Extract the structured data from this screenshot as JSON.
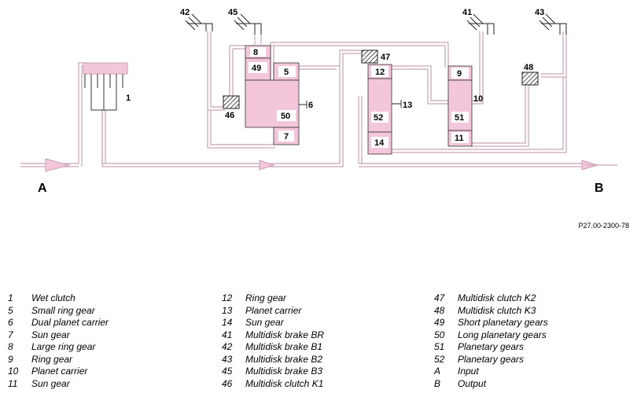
{
  "diagram": {
    "input_label": "A",
    "output_label": "B",
    "reference": "P27.00-2300-78",
    "part_labels": {
      "c1": "1",
      "c5": "5",
      "c6": "6",
      "c7": "7",
      "c8": "8",
      "c9": "9",
      "c10": "10",
      "c11": "11",
      "c12": "12",
      "c13": "13",
      "c14": "14",
      "c41": "41",
      "c42": "42",
      "c43": "43",
      "c45": "45",
      "c46": "46",
      "c47": "47",
      "c48": "48",
      "c49": "49",
      "c50": "50",
      "c51": "51",
      "c52": "52"
    },
    "colors": {
      "fill": "#f3c6dc",
      "line": "#d6a7bf",
      "outline": "#333333"
    }
  },
  "legend": {
    "col1": [
      {
        "num": "1",
        "desc": "Wet clutch"
      },
      {
        "num": "5",
        "desc": "Small ring gear"
      },
      {
        "num": "6",
        "desc": "Dual planet carrier"
      },
      {
        "num": "7",
        "desc": "Sun gear"
      },
      {
        "num": "8",
        "desc": "Large ring gear"
      },
      {
        "num": "9",
        "desc": "Ring gear"
      },
      {
        "num": "10",
        "desc": "Planet carrier"
      },
      {
        "num": "11",
        "desc": "Sun gear"
      }
    ],
    "col2": [
      {
        "num": "12",
        "desc": "Ring gear"
      },
      {
        "num": "13",
        "desc": "Planet carrier"
      },
      {
        "num": "14",
        "desc": "Sun gear"
      },
      {
        "num": "41",
        "desc": "Multidisk brake BR"
      },
      {
        "num": "42",
        "desc": "Multidisk brake B1"
      },
      {
        "num": "43",
        "desc": "Multidisk brake B2"
      },
      {
        "num": "45",
        "desc": "Multidisk brake B3"
      },
      {
        "num": "46",
        "desc": "Multidisk clutch K1"
      }
    ],
    "col3": [
      {
        "num": "47",
        "desc": "Multidisk clutch K2"
      },
      {
        "num": "48",
        "desc": "Multidisk clutch K3"
      },
      {
        "num": "49",
        "desc": "Short planetary gears"
      },
      {
        "num": "50",
        "desc": "Long planetary gears"
      },
      {
        "num": "51",
        "desc": "Planetary gears"
      },
      {
        "num": "52",
        "desc": "Planetary gears"
      },
      {
        "num": "A",
        "desc": "Input"
      },
      {
        "num": "B",
        "desc": "Output"
      }
    ]
  }
}
